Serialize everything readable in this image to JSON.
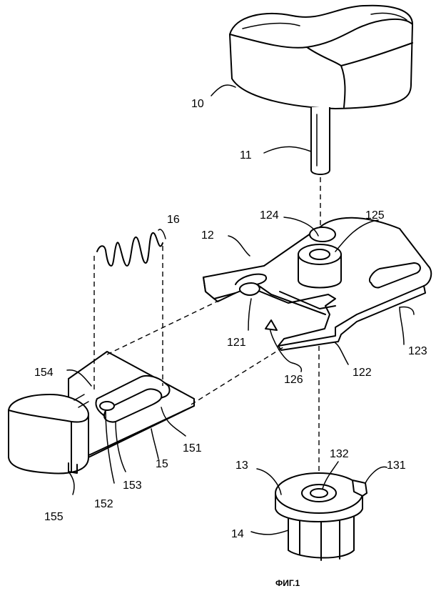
{
  "figure": {
    "caption": "ФИГ.1"
  },
  "labels": {
    "l10": "10",
    "l11": "11",
    "l12": "12",
    "l13": "13",
    "l14": "14",
    "l15": "15",
    "l16": "16",
    "l121": "121",
    "l122": "122",
    "l123": "123",
    "l124": "124",
    "l125": "125",
    "l126": "126",
    "l131": "131",
    "l132": "132",
    "l151": "151",
    "l152": "152",
    "l153": "153",
    "l154": "154",
    "l155": "155"
  }
}
